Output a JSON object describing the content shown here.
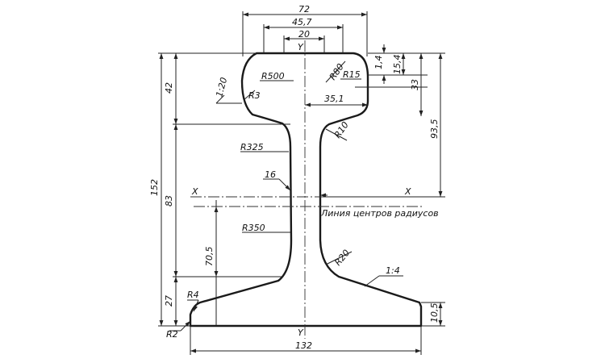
{
  "profile": {
    "top": {
      "w72": "72",
      "w45": "45,7",
      "w20": "20"
    },
    "right": {
      "d14": "1,4",
      "d154": "15,4",
      "d33": "33",
      "d935": "93,5",
      "d105": "10,5"
    },
    "left": {
      "h42": "42",
      "h152": "152",
      "h83": "83",
      "h705": "70,5",
      "h27": "27"
    },
    "radii": {
      "r500": "R500",
      "r80": "R80",
      "r15": "R15",
      "r3": "R3",
      "r10": "R10",
      "r325": "R325",
      "r350": "R350",
      "r20": "R20",
      "r4": "R4",
      "r2": "R2"
    },
    "slopes": {
      "s20": "1:20",
      "s4": "1:4"
    },
    "misc": {
      "d351": "35,1",
      "d16": "16",
      "d132": "132"
    },
    "axes": {
      "x_left": "X",
      "x_right": "X",
      "y_top": "Y",
      "y_bottom": "Y"
    },
    "note": "Линия центров радиусов"
  }
}
